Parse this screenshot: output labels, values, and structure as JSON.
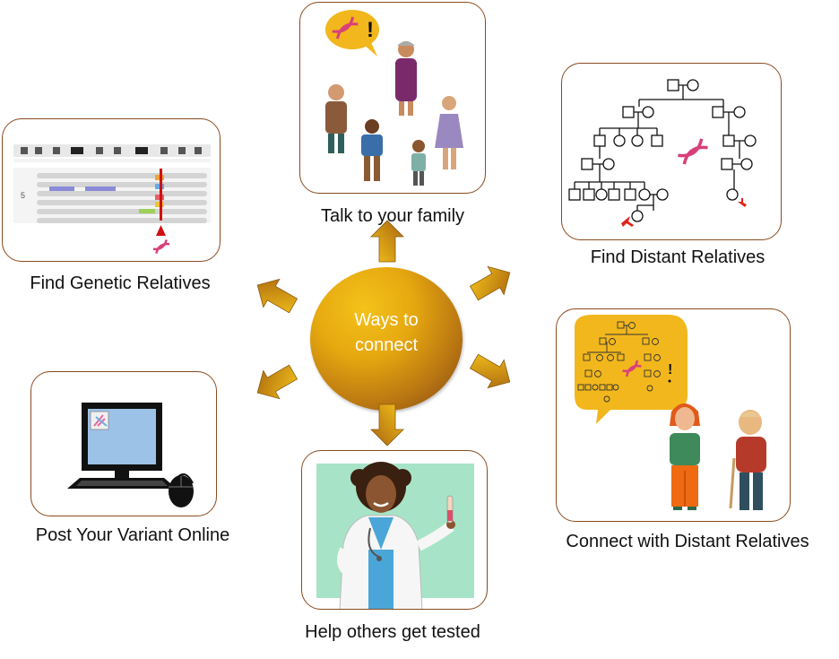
{
  "hub": {
    "line1": "Ways to",
    "line2": "connect"
  },
  "captions": {
    "talk_family": "Talk to your family",
    "find_genetic": "Find Genetic Relatives",
    "find_distant": "Find Distant Relatives",
    "post_variant": "Post Your Variant Online",
    "connect_distant": "Connect with Distant Relatives",
    "help_tested": "Help others get tested"
  },
  "genome_browser": {
    "row_label": "5"
  },
  "colors": {
    "panel_border": "#8a4a1f",
    "hub_gold": "#e6a80f",
    "hub_brown": "#7a4410",
    "arrow_gold": "#e6a80f",
    "dna_pink": "#d8407a",
    "speech_bubble": "#f2b71c",
    "pointer_red": "#e0231b"
  },
  "icons": [
    "dna-icon",
    "pedigree-chart",
    "computer-icon",
    "mouse-icon",
    "doctor-illustration",
    "family-illustration",
    "relatives-illustration"
  ]
}
